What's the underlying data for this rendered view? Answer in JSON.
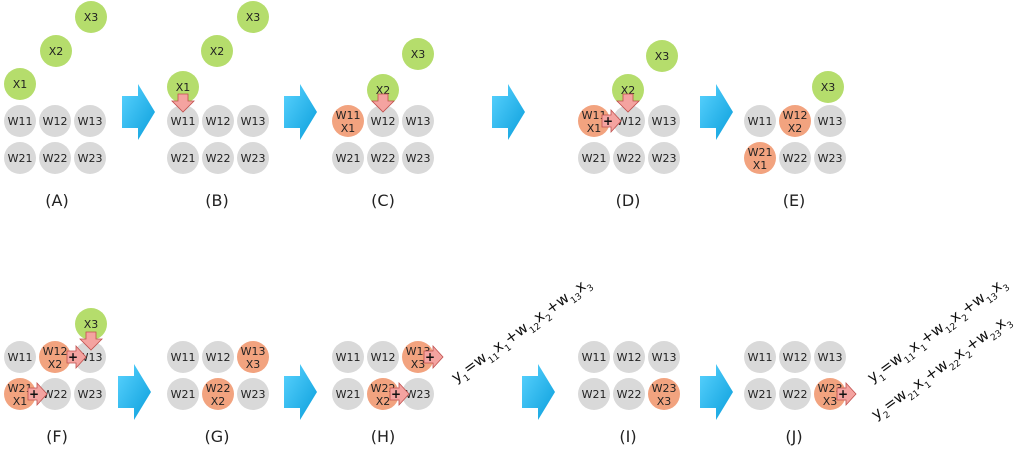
{
  "colors": {
    "cell_idle": "#d9d9d9",
    "cell_active": "#f2a37f",
    "input": "#b5dd6c",
    "arrow_big": "#1ab3ec",
    "arrow_small": "#f4a3a0"
  },
  "labels": [
    "(A)",
    "(B)",
    "(C)",
    "(D)",
    "(E)",
    "(F)",
    "(G)",
    "(H)",
    "(I)",
    "(J)"
  ],
  "cells": [
    "W11",
    "W12",
    "W13",
    "W21",
    "W22",
    "W23"
  ],
  "inputs": [
    "X1",
    "X2",
    "X3"
  ],
  "plus_sign": "+",
  "equations": {
    "y1": {
      "parts": [
        "y",
        "1",
        "=w",
        "11",
        "x",
        "1",
        "+w",
        "12",
        "x",
        "2",
        "+w",
        "13",
        "x",
        "3"
      ]
    },
    "y2": {
      "parts": [
        "y",
        "2",
        "=w",
        "21",
        "x",
        "1",
        "+w",
        "22",
        "x",
        "2",
        "+w",
        "23",
        "x",
        "3"
      ]
    }
  }
}
